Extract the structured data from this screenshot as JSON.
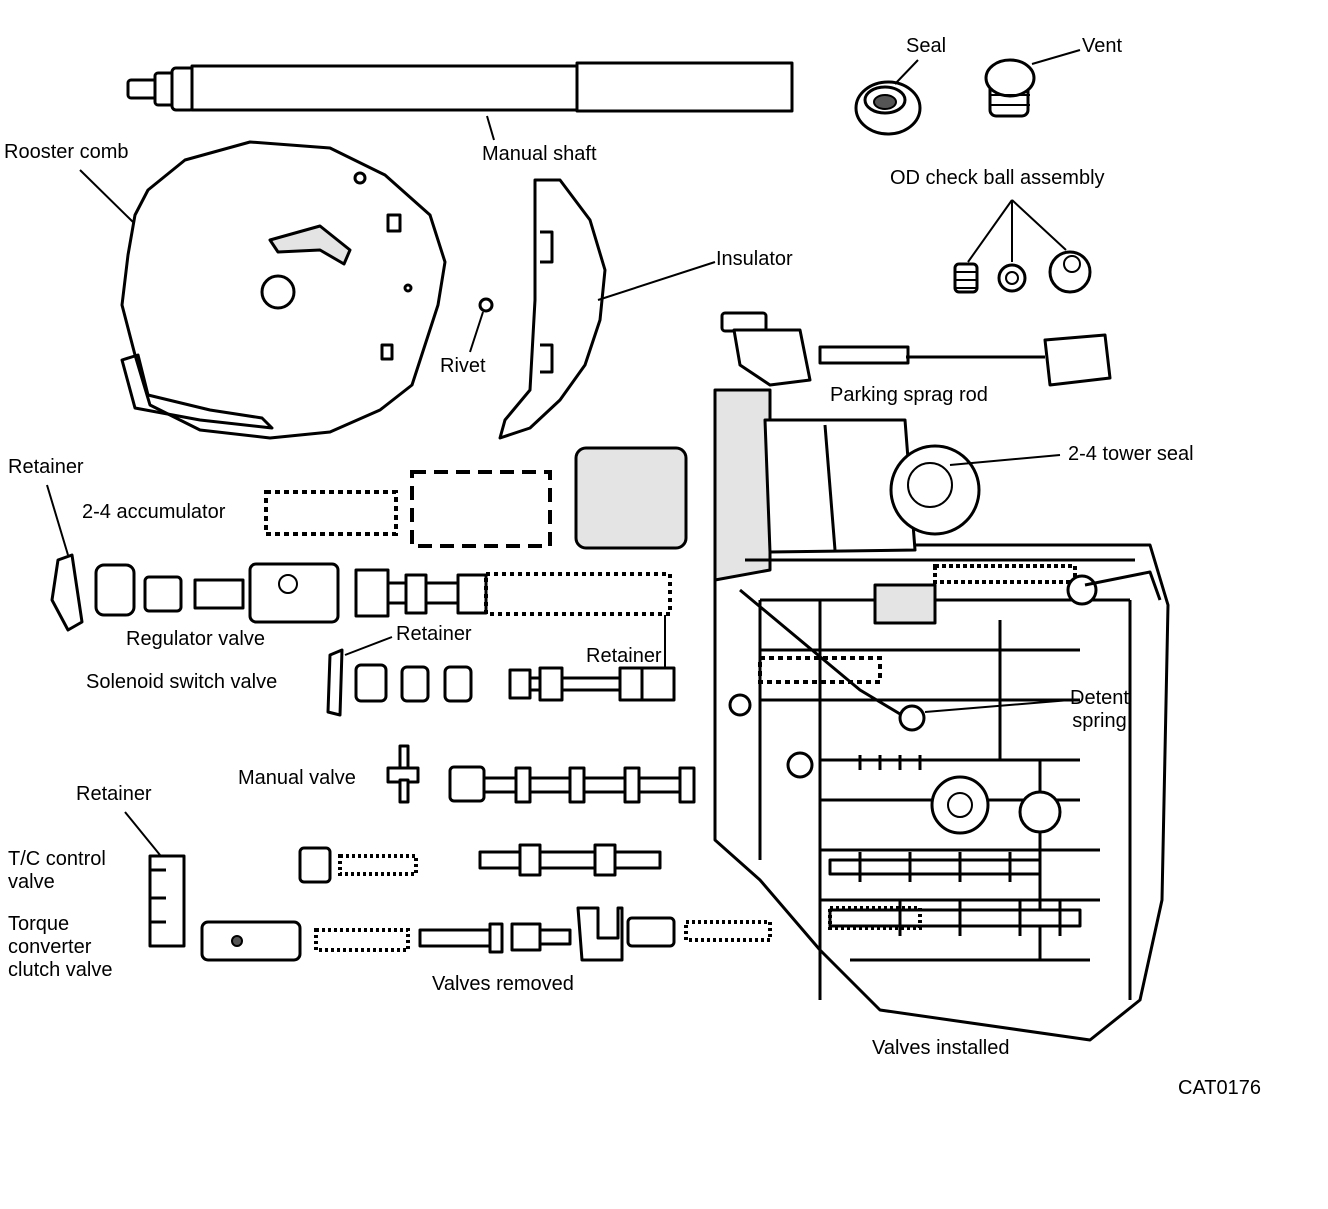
{
  "labels": {
    "seal": "Seal",
    "vent": "Vent",
    "rooster_comb": "Rooster comb",
    "manual_shaft": "Manual shaft",
    "od_check_ball_assembly": "OD check ball assembly",
    "insulator": "Insulator",
    "rivet": "Rivet",
    "parking_sprag_rod": "Parking sprag rod",
    "retainer_top": "Retainer",
    "two_four_tower_seal": "2-4 tower seal",
    "two_four_accumulator": "2-4 accumulator",
    "regulator_valve": "Regulator valve",
    "retainer_mid": "Retainer",
    "retainer_right": "Retainer",
    "solenoid_switch_valve": "Solenoid switch valve",
    "detent_spring": "Detent\nspring",
    "manual_valve": "Manual valve",
    "retainer_bottom": "Retainer",
    "tc_control_valve": "T/C control\nvalve",
    "torque_converter_clutch_valve": "Torque\nconverter\nclutch valve",
    "valves_removed": "Valves removed",
    "valves_installed": "Valves installed",
    "figure_id": "CAT0176"
  }
}
